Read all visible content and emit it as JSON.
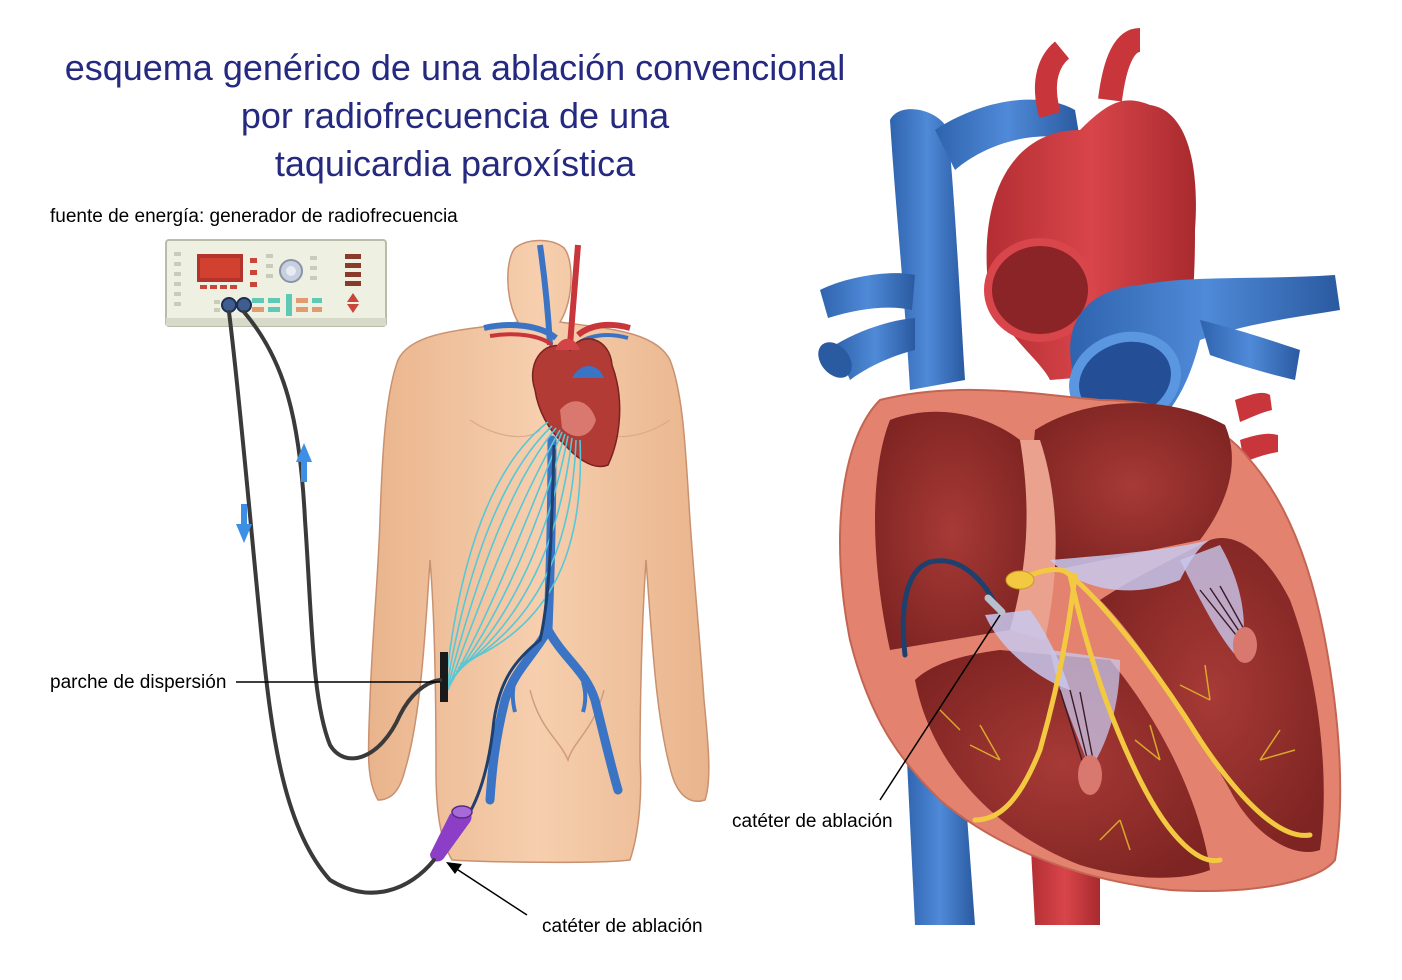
{
  "title": {
    "line1": "esquema genérico de una ablación convencional",
    "line2": "por radiofrecuencia de una",
    "line3": "taquicardia paroxística"
  },
  "labels": {
    "generator": "fuente de energía: generador de radiofrecuencia",
    "patch": "parche de dispersión",
    "catheter_body": "catéter de ablación",
    "catheter_heart": "catéter de ablación"
  },
  "colors": {
    "title": "#25297f",
    "skin": "#f4c6a0",
    "vein": "#3b74c4",
    "artery": "#c8353a",
    "heart_muscle": "#b5413a",
    "conduction": "#f2c940",
    "current_arrow": "#3d8fe6",
    "catheter_handle": "#8c3fc6"
  },
  "icons": [
    "current-up-arrow",
    "current-down-arrow",
    "pointer-arrow"
  ]
}
